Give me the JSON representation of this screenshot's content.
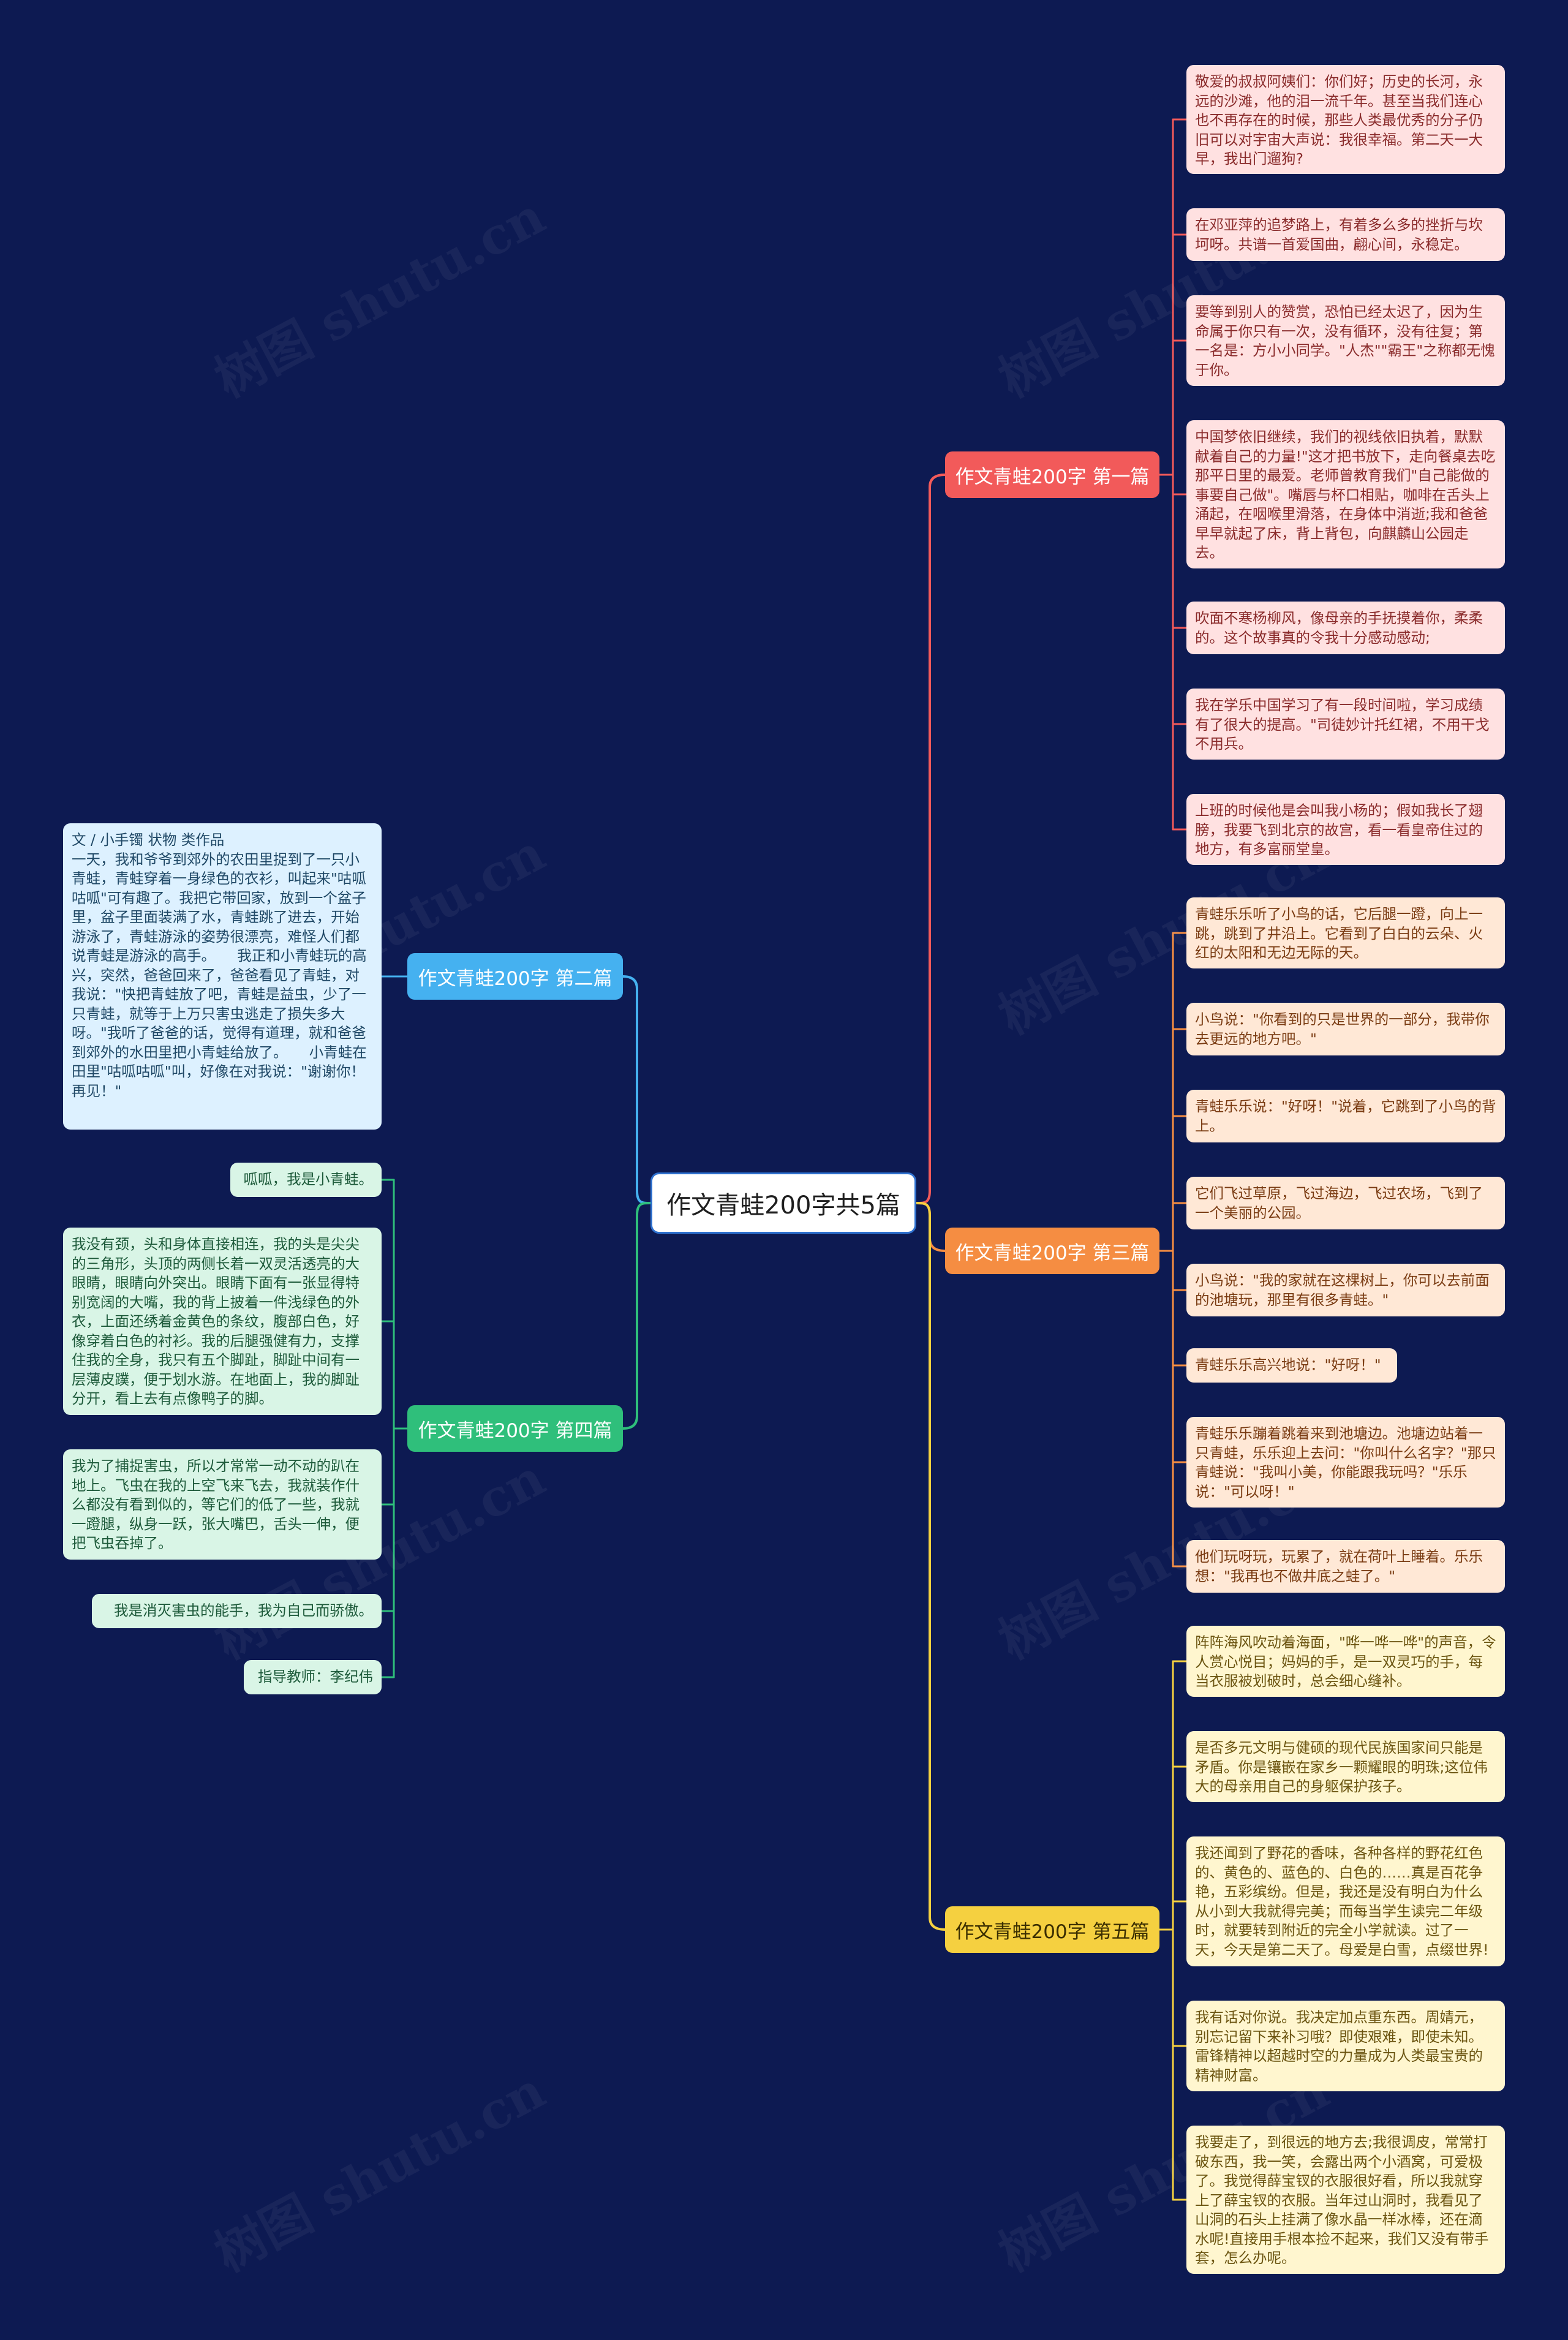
{
  "watermark": "树图 shutu.cn",
  "colors": {
    "background": "#0d1a52",
    "root_border": "#2f72d0",
    "b1": "#f25a5a",
    "b2": "#45b1f0",
    "b3": "#f58d42",
    "b4": "#2fbf7b",
    "b5": "#f5d040"
  },
  "root": {
    "label": "作文青蛙200字共5篇"
  },
  "branches": [
    {
      "id": "b1",
      "label": "作文青蛙200字 第一篇",
      "items": [
        "敬爱的叔叔阿姨们：你们好；历史的长河，永远的沙滩，他的泪一流千年。甚至当我们连心也不再存在的时候，那些人类最优秀的分子仍旧可以对宇宙大声说：我很幸福。第二天一大早，我出门遛狗?",
        "在邓亚萍的追梦路上，有着多么多的挫折与坎坷呀。共谱一首爱国曲，翩心间，永稳定。",
        "要等到别人的赞赏，恐怕已经太迟了，因为生命属于你只有一次，没有循环，没有往复；第一名是：方小小同学。\"人杰\"\"霸王\"之称都无愧于你。",
        "中国梦依旧继续，我们的视线依旧执着，默默献着自己的力量!\"这才把书放下，走向餐桌去吃那平日里的最爱。老师曾教育我们\"自己能做的事要自己做\"。嘴唇与杯口相贴，咖啡在舌头上涌起，在咽喉里滑落，在身体中消逝;我和爸爸早早就起了床，背上背包，向麒麟山公园走去。",
        "吹面不寒杨柳风，像母亲的手抚摸着你，柔柔的。这个故事真的令我十分感动感动;",
        "我在学乐中国学习了有一段时间啦，学习成绩有了很大的提高。\"司徒妙计托红裙，不用干戈不用兵。",
        "上班的时候他是会叫我小杨的；假如我长了翅膀，我要飞到北京的故宫，看一看皇帝住过的地方，有多富丽堂皇。"
      ]
    },
    {
      "id": "b2",
      "label": "作文青蛙200字 第二篇",
      "items": [
        "文 / 小手镯 状物 类作品\n一天，我和爷爷到郊外的农田里捉到了一只小青蛙，青蛙穿着一身绿色的衣衫，叫起来\"咕呱咕呱\"可有趣了。我把它带回家，放到一个盆子里，盆子里面装满了水，青蛙跳了进去，开始游泳了，青蛙游泳的姿势很漂亮，难怪人们都说青蛙是游泳的高手。　　我正和小青蛙玩的高兴，突然，爸爸回来了，爸爸看见了青蛙，对我说：\"快把青蛙放了吧，青蛙是益虫，少了一只青蛙，就等于上万只害虫逃走了损失多大呀。\"我听了爸爸的话，觉得有道理，就和爸爸到郊外的水田里把小青蛙给放了。　　小青蛙在田里\"咕呱咕呱\"叫，好像在对我说：\"谢谢你！再见！\""
      ]
    },
    {
      "id": "b3",
      "label": "作文青蛙200字 第三篇",
      "items": [
        "青蛙乐乐听了小鸟的话，它后腿一蹬，向上一跳，跳到了井沿上。它看到了白白的云朵、火红的太阳和无边无际的天。",
        "小鸟说：\"你看到的只是世界的一部分，我带你去更远的地方吧。\"",
        "青蛙乐乐说：\"好呀！\"说着，它跳到了小鸟的背上。",
        "它们飞过草原，飞过海边，飞过农场，飞到了一个美丽的公园。",
        "小鸟说：\"我的家就在这棵树上，你可以去前面的池塘玩，那里有很多青蛙。\"",
        "青蛙乐乐高兴地说：\"好呀！\"",
        "青蛙乐乐蹦着跳着来到池塘边。池塘边站着一只青蛙，乐乐迎上去问：\"你叫什么名字？\"那只青蛙说：\"我叫小美，你能跟我玩吗？\"乐乐说：\"可以呀！\"",
        "他们玩呀玩，玩累了，就在荷叶上睡着。乐乐想：\"我再也不做井底之蛙了。\""
      ]
    },
    {
      "id": "b4",
      "label": "作文青蛙200字 第四篇",
      "items": [
        "呱呱，我是小青蛙。",
        "我没有颈，头和身体直接相连，我的头是尖尖的三角形，头顶的两侧长着一双灵活透亮的大眼睛，眼睛向外突出。眼睛下面有一张显得特别宽阔的大嘴，我的背上披着一件浅绿色的外衣，上面还绣着金黄色的条纹，腹部白色，好像穿着白色的衬衫。我的后腿强健有力，支撑住我的全身，我只有五个脚趾，脚趾中间有一层薄皮蹼，便于划水游。在地面上，我的脚趾分开，看上去有点像鸭子的脚。",
        "我为了捕捉害虫，所以才常常一动不动的趴在地上。飞虫在我的上空飞来飞去，我就装作什么都没有看到似的，等它们的低了一些，我就一蹬腿，纵身一跃，张大嘴巴，舌头一伸，便把飞虫吞掉了。",
        "我是消灭害虫的能手，我为自己而骄傲。",
        "指导教师：李纪伟"
      ]
    },
    {
      "id": "b5",
      "label": "作文青蛙200字 第五篇",
      "items": [
        "阵阵海风吹动着海面，\"哗一哗一哗\"的声音，令人赏心悦目；妈妈的手，是一双灵巧的手，每当衣服被划破时，总会细心缝补。",
        "是否多元文明与健硕的现代民族国家间只能是矛盾。你是镶嵌在家乡一颗耀眼的明珠;这位伟大的母亲用自己的身躯保护孩子。",
        "我还闻到了野花的香味，各种各样的野花红色的、黄色的、蓝色的、白色的……真是百花争艳，五彩缤纷。但是，我还是没有明白为什么从小到大我就得完美；而每当学生读完二年级时，就要转到附近的完全小学就读。过了一天，今天是第二天了。母爱是白雪，点缀世界!",
        "我有话对你说。我决定加点重东西。周婧元，别忘记留下来补习哦？即使艰难，即使未知。雷锋精神以超越时空的力量成为人类最宝贵的精神财富。",
        "我要走了，到很远的地方去;我很调皮，常常打破东西，我一笑，会露出两个小酒窝，可爱极了。我觉得薛宝钗的衣服很好看，所以我就穿上了薛宝钗的衣服。当年过山洞时，我看见了山洞的石头上挂满了像水晶一样冰棒，还在滴水呢!直接用手根本捡不起来，我们又没有带手套，怎么办呢。"
      ]
    }
  ]
}
